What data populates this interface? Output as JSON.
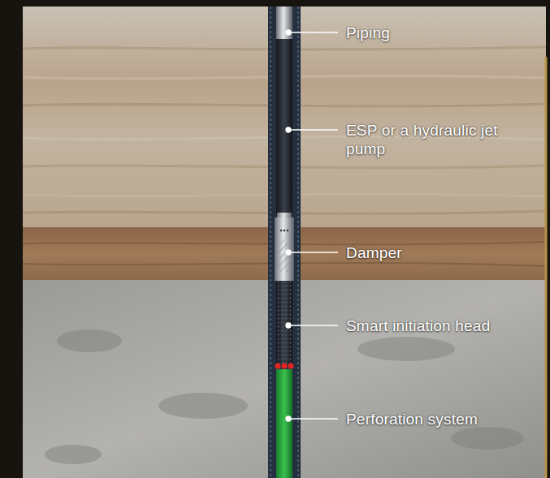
{
  "diagram": {
    "labels": [
      "Piping",
      "ESP or a hydraulic jet pump",
      "Damper",
      "Smart initiation head",
      "Perforation system"
    ]
  }
}
